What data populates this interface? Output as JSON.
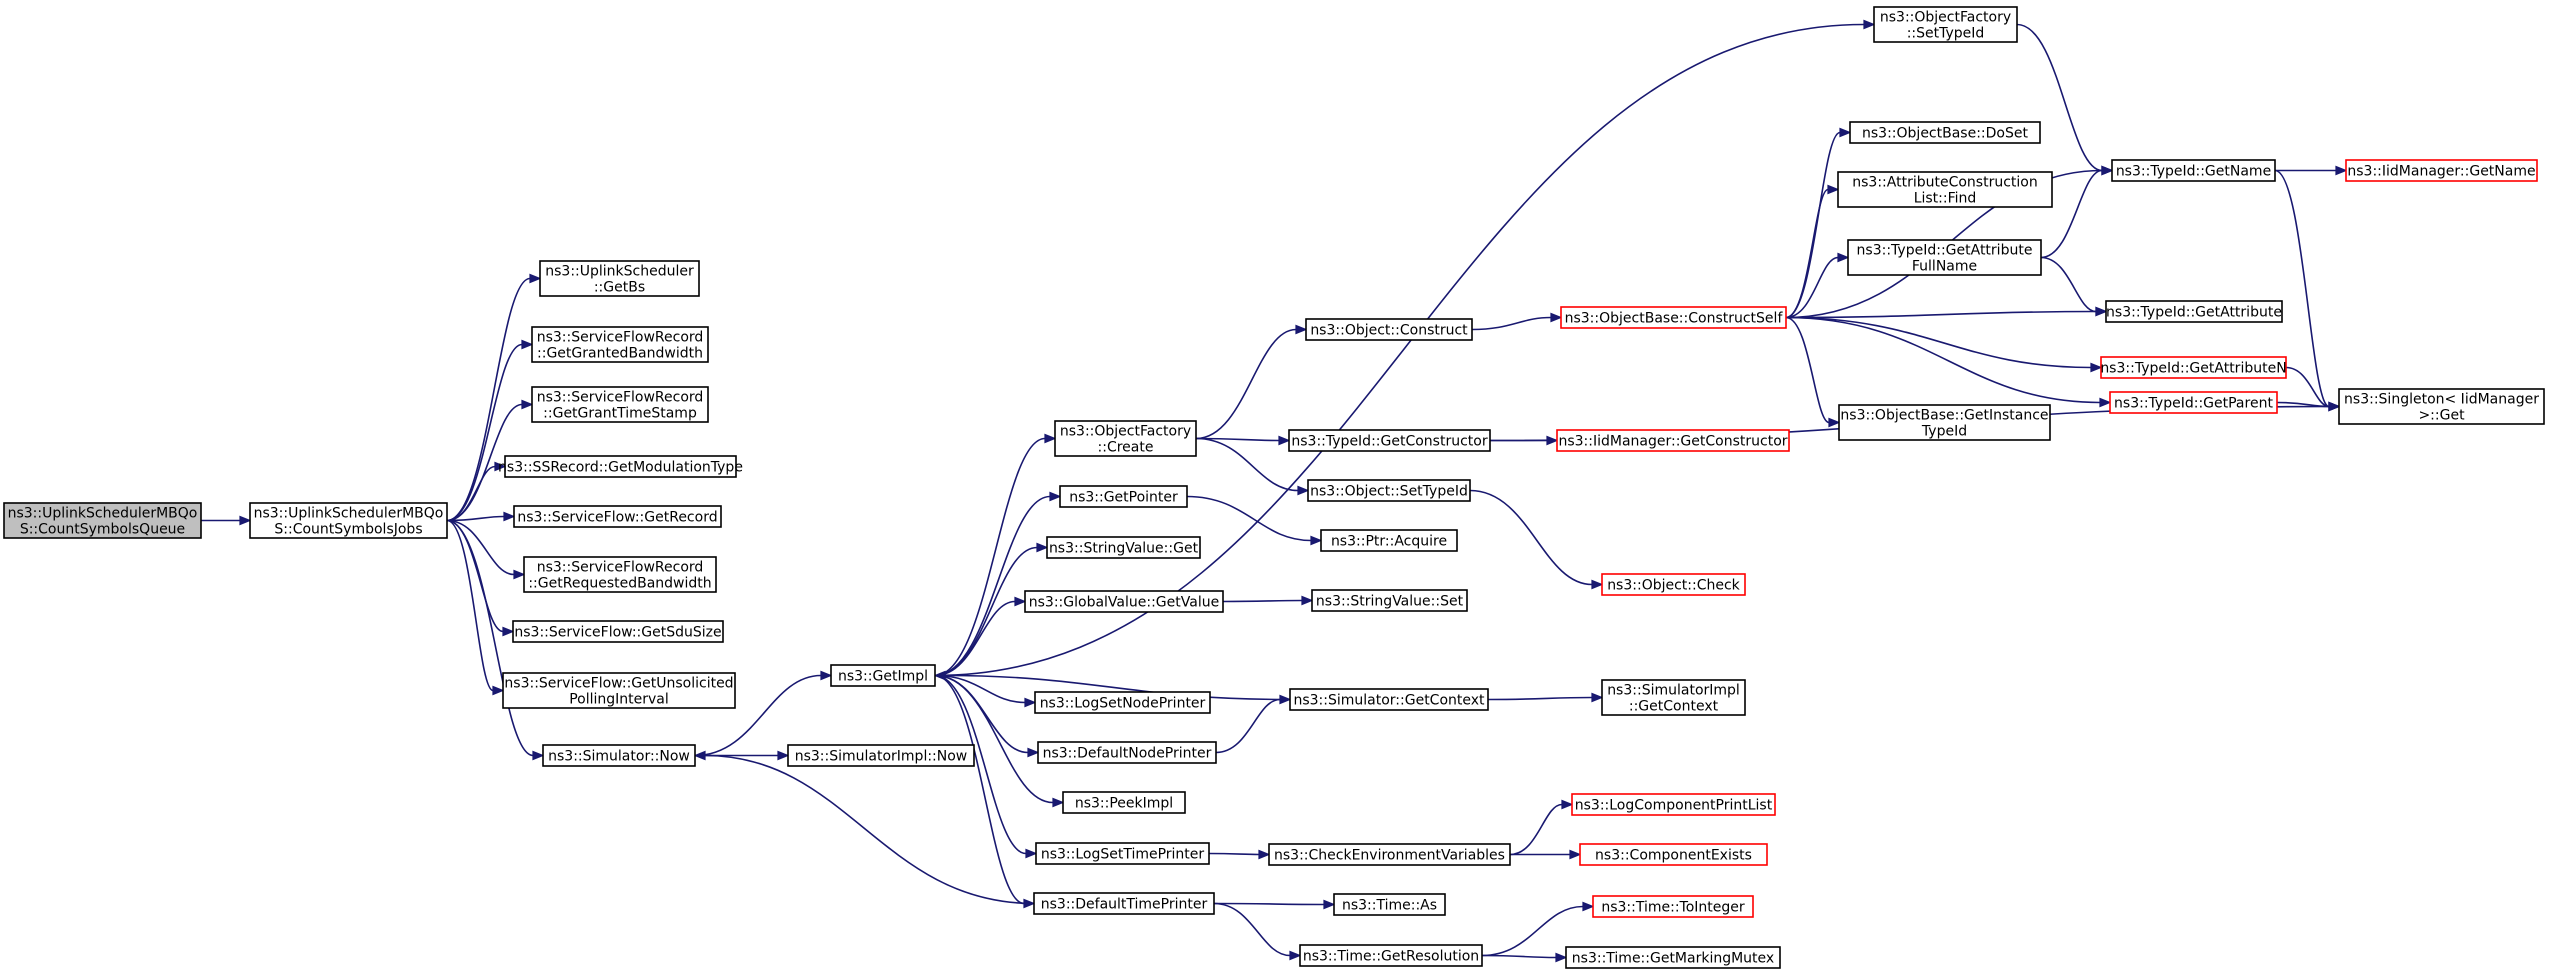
{
  "graph": {
    "nodes": [
      {
        "id": "root",
        "lines": [
          "ns3::UplinkSchedulerMBQo",
          "S::CountSymbolsQueue"
        ],
        "style": "root",
        "interactable": false
      },
      {
        "id": "csj",
        "lines": [
          "ns3::UplinkSchedulerMBQo",
          "S::CountSymbolsJobs"
        ],
        "style": "black",
        "interactable": true
      },
      {
        "id": "getbs",
        "lines": [
          "ns3::UplinkScheduler",
          "::GetBs"
        ],
        "style": "black",
        "interactable": true
      },
      {
        "id": "ggb",
        "lines": [
          "ns3::ServiceFlowRecord",
          "::GetGrantedBandwidth"
        ],
        "style": "black",
        "interactable": true
      },
      {
        "id": "ggts",
        "lines": [
          "ns3::ServiceFlowRecord",
          "::GetGrantTimeStamp"
        ],
        "style": "black",
        "interactable": true
      },
      {
        "id": "ssr",
        "lines": [
          "ns3::SSRecord::GetModulationType"
        ],
        "style": "black",
        "interactable": true
      },
      {
        "id": "sfgr",
        "lines": [
          "ns3::ServiceFlow::GetRecord"
        ],
        "style": "black",
        "interactable": true
      },
      {
        "id": "grb",
        "lines": [
          "ns3::ServiceFlowRecord",
          "::GetRequestedBandwidth"
        ],
        "style": "black",
        "interactable": true
      },
      {
        "id": "gsdu",
        "lines": [
          "ns3::ServiceFlow::GetSduSize"
        ],
        "style": "black",
        "interactable": true
      },
      {
        "id": "gupi",
        "lines": [
          "ns3::ServiceFlow::GetUnsolicited",
          "PollingInterval"
        ],
        "style": "black",
        "interactable": true
      },
      {
        "id": "simnow",
        "lines": [
          "ns3::Simulator::Now"
        ],
        "style": "black",
        "interactable": true
      },
      {
        "id": "getimpl",
        "lines": [
          "ns3::GetImpl"
        ],
        "style": "black",
        "interactable": true
      },
      {
        "id": "siminow",
        "lines": [
          "ns3::SimulatorImpl::Now"
        ],
        "style": "black",
        "interactable": true
      },
      {
        "id": "ofcreate",
        "lines": [
          "ns3::ObjectFactory",
          "::Create"
        ],
        "style": "black",
        "interactable": true
      },
      {
        "id": "getptr",
        "lines": [
          "ns3::GetPointer"
        ],
        "style": "black",
        "interactable": true
      },
      {
        "id": "svget",
        "lines": [
          "ns3::StringValue::Get"
        ],
        "style": "black",
        "interactable": true
      },
      {
        "id": "gvgv",
        "lines": [
          "ns3::GlobalValue::GetValue"
        ],
        "style": "black",
        "interactable": true
      },
      {
        "id": "lsnp",
        "lines": [
          "ns3::LogSetNodePrinter"
        ],
        "style": "black",
        "interactable": true
      },
      {
        "id": "dnp",
        "lines": [
          "ns3::DefaultNodePrinter"
        ],
        "style": "black",
        "interactable": true
      },
      {
        "id": "peek",
        "lines": [
          "ns3::PeekImpl"
        ],
        "style": "black",
        "interactable": true
      },
      {
        "id": "lstp",
        "lines": [
          "ns3::LogSetTimePrinter"
        ],
        "style": "black",
        "interactable": true
      },
      {
        "id": "dtp",
        "lines": [
          "ns3::DefaultTimePrinter"
        ],
        "style": "black",
        "interactable": true
      },
      {
        "id": "objconst",
        "lines": [
          "ns3::Object::Construct"
        ],
        "style": "black",
        "interactable": true
      },
      {
        "id": "tigc",
        "lines": [
          "ns3::TypeId::GetConstructor"
        ],
        "style": "black",
        "interactable": true
      },
      {
        "id": "osti",
        "lines": [
          "ns3::Object::SetTypeId"
        ],
        "style": "black",
        "interactable": true
      },
      {
        "id": "ptracq",
        "lines": [
          "ns3::Ptr::Acquire"
        ],
        "style": "black",
        "interactable": true
      },
      {
        "id": "svset",
        "lines": [
          "ns3::StringValue::Set"
        ],
        "style": "black",
        "interactable": true
      },
      {
        "id": "simgc",
        "lines": [
          "ns3::Simulator::GetContext"
        ],
        "style": "black",
        "interactable": true
      },
      {
        "id": "cev",
        "lines": [
          "ns3::CheckEnvironmentVariables"
        ],
        "style": "black",
        "interactable": true
      },
      {
        "id": "timeas",
        "lines": [
          "ns3::Time::As"
        ],
        "style": "black",
        "interactable": true
      },
      {
        "id": "timegr",
        "lines": [
          "ns3::Time::GetResolution"
        ],
        "style": "black",
        "interactable": true
      },
      {
        "id": "ofsti",
        "lines": [
          "ns3::ObjectFactory",
          "::SetTypeId"
        ],
        "style": "black",
        "interactable": true
      },
      {
        "id": "obcs",
        "lines": [
          "ns3::ObjectBase::ConstructSelf"
        ],
        "style": "red",
        "interactable": true
      },
      {
        "id": "iigc",
        "lines": [
          "ns3::IidManager::GetConstructor"
        ],
        "style": "red",
        "interactable": true
      },
      {
        "id": "objcheck",
        "lines": [
          "ns3::Object::Check"
        ],
        "style": "red",
        "interactable": true
      },
      {
        "id": "simigc",
        "lines": [
          "ns3::SimulatorImpl",
          "::GetContext"
        ],
        "style": "black",
        "interactable": true
      },
      {
        "id": "lcpl",
        "lines": [
          "ns3::LogComponentPrintList"
        ],
        "style": "red",
        "interactable": true
      },
      {
        "id": "ce",
        "lines": [
          "ns3::ComponentExists"
        ],
        "style": "red",
        "interactable": true
      },
      {
        "id": "toint",
        "lines": [
          "ns3::Time::ToInteger"
        ],
        "style": "red",
        "interactable": true
      },
      {
        "id": "gmm",
        "lines": [
          "ns3::Time::GetMarkingMutex"
        ],
        "style": "black",
        "interactable": true
      },
      {
        "id": "obdoset",
        "lines": [
          "ns3::ObjectBase::DoSet"
        ],
        "style": "black",
        "interactable": true
      },
      {
        "id": "aclf",
        "lines": [
          "ns3::AttributeConstruction",
          "List::Find"
        ],
        "style": "black",
        "interactable": true
      },
      {
        "id": "tigafn",
        "lines": [
          "ns3::TypeId::GetAttribute",
          "FullName"
        ],
        "style": "black",
        "interactable": true
      },
      {
        "id": "obgit",
        "lines": [
          "ns3::ObjectBase::GetInstance",
          "TypeId"
        ],
        "style": "black",
        "interactable": true
      },
      {
        "id": "tigetname",
        "lines": [
          "ns3::TypeId::GetName"
        ],
        "style": "black",
        "interactable": true
      },
      {
        "id": "tiga",
        "lines": [
          "ns3::TypeId::GetAttribute"
        ],
        "style": "black",
        "interactable": true
      },
      {
        "id": "tigan",
        "lines": [
          "ns3::TypeId::GetAttributeN"
        ],
        "style": "red",
        "interactable": true
      },
      {
        "id": "tigp",
        "lines": [
          "ns3::TypeId::GetParent"
        ],
        "style": "red",
        "interactable": true
      },
      {
        "id": "iimgn",
        "lines": [
          "ns3::IidManager::GetName"
        ],
        "style": "red",
        "interactable": true
      },
      {
        "id": "singget",
        "lines": [
          "ns3::Singleton< IidManager",
          " >::Get"
        ],
        "style": "black",
        "interactable": true
      }
    ],
    "edges": [
      [
        "root",
        "csj"
      ],
      [
        "csj",
        "getbs"
      ],
      [
        "csj",
        "ggb"
      ],
      [
        "csj",
        "ggts"
      ],
      [
        "csj",
        "ssr"
      ],
      [
        "csj",
        "sfgr"
      ],
      [
        "csj",
        "grb"
      ],
      [
        "csj",
        "gsdu"
      ],
      [
        "csj",
        "gupi"
      ],
      [
        "csj",
        "simnow"
      ],
      [
        "simnow",
        "getimpl"
      ],
      [
        "simnow",
        "siminow"
      ],
      [
        "getimpl",
        "ofsti"
      ],
      [
        "getimpl",
        "ofcreate"
      ],
      [
        "getimpl",
        "getptr"
      ],
      [
        "getimpl",
        "svget"
      ],
      [
        "getimpl",
        "gvgv"
      ],
      [
        "getimpl",
        "lsnp"
      ],
      [
        "getimpl",
        "dnp"
      ],
      [
        "getimpl",
        "peek"
      ],
      [
        "getimpl",
        "lstp"
      ],
      [
        "getimpl",
        "dtp"
      ],
      [
        "ofcreate",
        "objconst"
      ],
      [
        "ofcreate",
        "tigc"
      ],
      [
        "ofcreate",
        "osti"
      ],
      [
        "getptr",
        "ptracq"
      ],
      [
        "gvgv",
        "svset"
      ],
      [
        "dnp",
        "simgc"
      ],
      [
        "simgc",
        "getimpl"
      ],
      [
        "simgc",
        "simigc"
      ],
      [
        "lstp",
        "cev"
      ],
      [
        "dtp",
        "simnow"
      ],
      [
        "dtp",
        "timeas"
      ],
      [
        "dtp",
        "timegr"
      ],
      [
        "objconst",
        "obcs"
      ],
      [
        "tigc",
        "iigc"
      ],
      [
        "tigc",
        "singget"
      ],
      [
        "osti",
        "objcheck"
      ],
      [
        "cev",
        "lcpl"
      ],
      [
        "cev",
        "ce"
      ],
      [
        "timegr",
        "toint"
      ],
      [
        "timegr",
        "gmm"
      ],
      [
        "ofsti",
        "tigetname"
      ],
      [
        "obcs",
        "obdoset"
      ],
      [
        "obcs",
        "aclf"
      ],
      [
        "obcs",
        "tigafn"
      ],
      [
        "obcs",
        "tigetname"
      ],
      [
        "obcs",
        "tiga"
      ],
      [
        "obcs",
        "tigan"
      ],
      [
        "obcs",
        "obgit"
      ],
      [
        "obcs",
        "tigp"
      ],
      [
        "tigafn",
        "tigetname"
      ],
      [
        "tigafn",
        "tiga"
      ],
      [
        "tigetname",
        "iimgn"
      ],
      [
        "tigetname",
        "singget"
      ],
      [
        "tigan",
        "singget"
      ],
      [
        "tigp",
        "singget"
      ]
    ]
  },
  "colors": {
    "edge": "#191970",
    "root_fill": "#bfbfbf",
    "red_border": "#ff0000",
    "black_border": "#000000"
  }
}
